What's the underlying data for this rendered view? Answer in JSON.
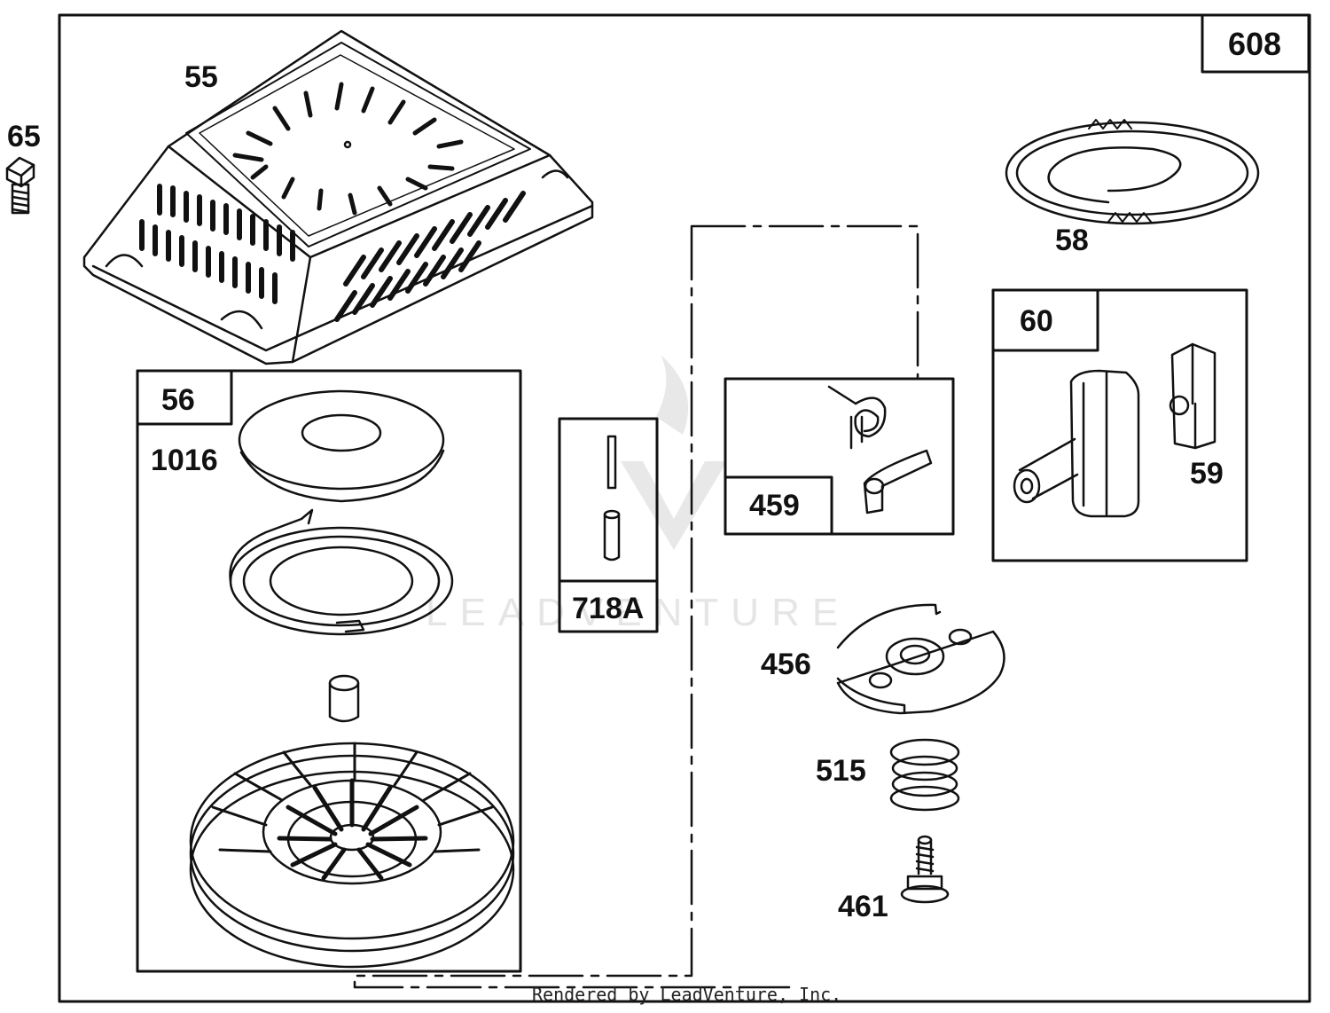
{
  "diagram": {
    "labels": {
      "assembly": "608",
      "screw_65": "65",
      "housing_55": "55",
      "rope_58": "58",
      "handle_kit_60": "60",
      "insert_59": "59",
      "pulley_kit_56": "56",
      "washer_1016": "1016",
      "pin_kit_718a": "718A",
      "pawl_kit_459": "459",
      "retainer_456": "456",
      "spring_515": "515",
      "screw_461": "461"
    },
    "footer": "Rendered by LeadVenture, Inc.",
    "watermark": "LEADVENTURE"
  }
}
